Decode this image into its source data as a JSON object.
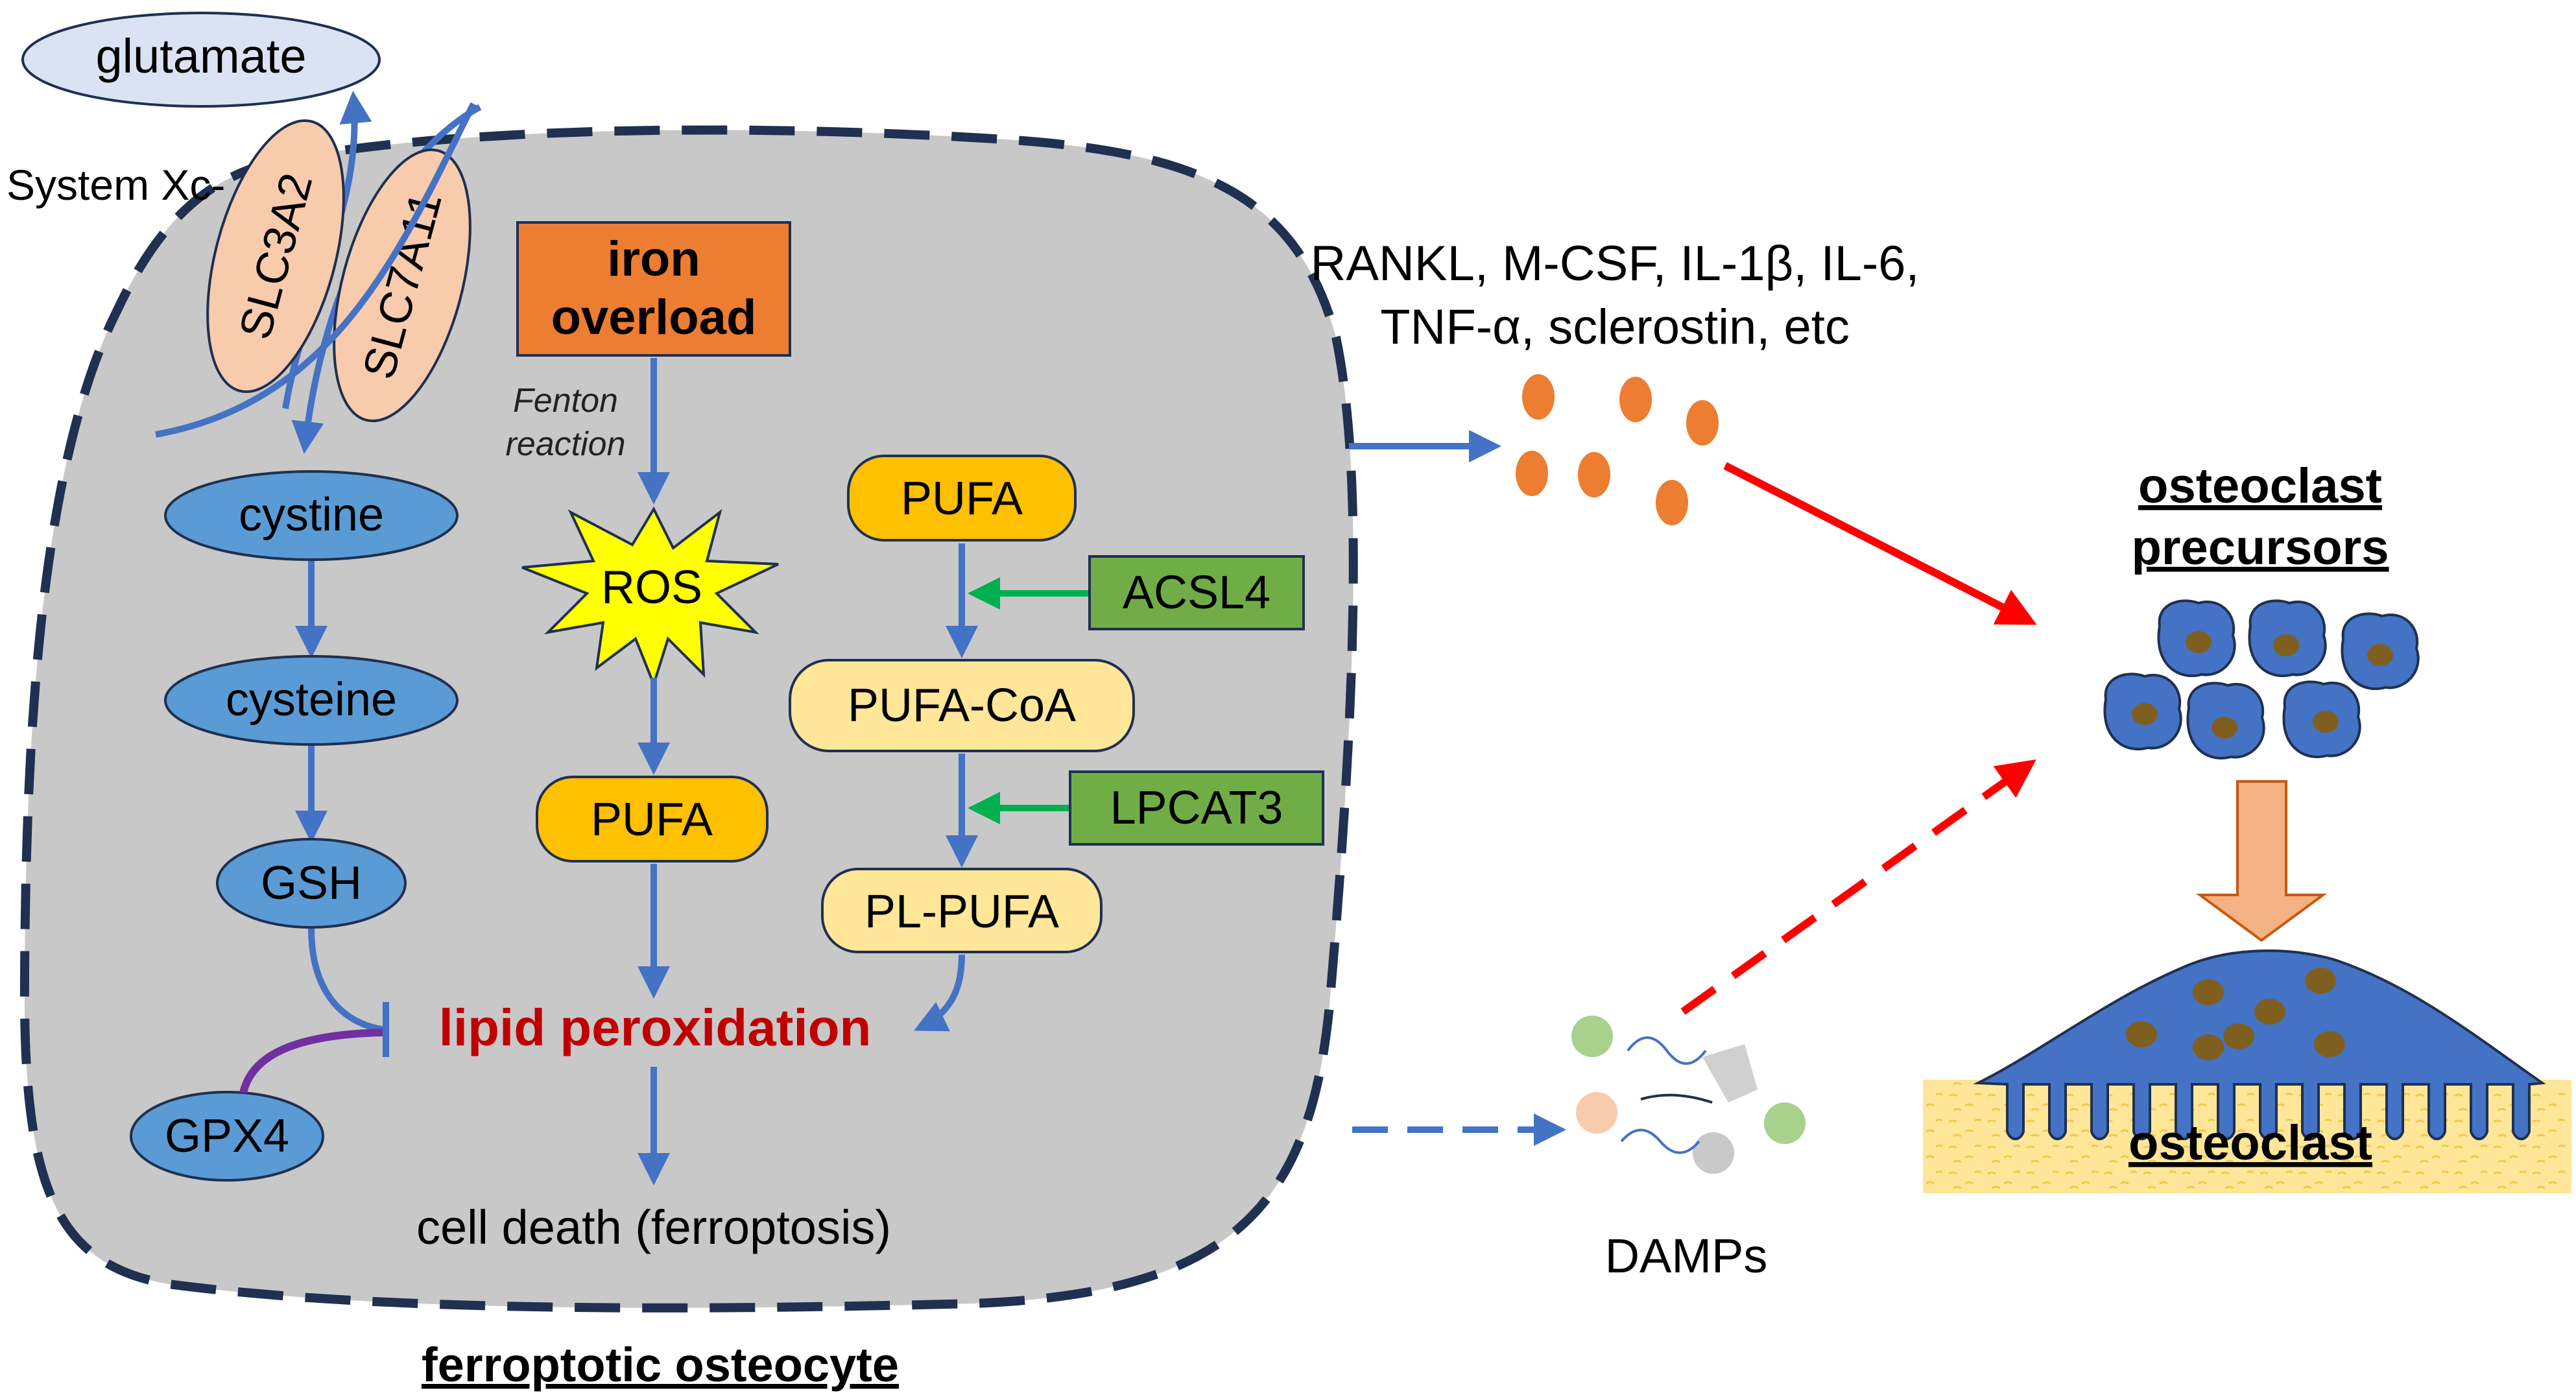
{
  "cell": {
    "title": "ferroptotic osteocyte",
    "system_label": "System Xc-",
    "transporters": [
      "SLC3A2",
      "SLC7A11"
    ],
    "outside_metabolite": "glutamate",
    "iron_overload": [
      "iron",
      "overload"
    ],
    "fenton_reaction": [
      "Fenton",
      "reaction"
    ],
    "ros": "ROS",
    "pufa_left": "PUFA",
    "pufa_top": "PUFA",
    "pufa_coa": "PUFA-CoA",
    "pl_pufa": "PL-PUFA",
    "acsl4": "ACSL4",
    "lpcat3": "LPCAT3",
    "cystine": "cystine",
    "cysteine": "cysteine",
    "gsh": "GSH",
    "gpx4": "GPX4",
    "lipid_peroxidation": "lipid peroxidation",
    "cell_death": "cell death (ferroptosis)"
  },
  "signals": {
    "cytokines_line1": "RANKL, M-CSF, IL-1β, IL-6,",
    "cytokines_line2": "TNF-α, sclerostin, etc",
    "damps": "DAMPs"
  },
  "osteoclast": {
    "precursors_title": [
      "osteoclast",
      "precursors"
    ],
    "osteoclast_label": "osteoclast"
  },
  "colors": {
    "cell_fill": "#c8c8c8",
    "cell_border": "#1f3050",
    "blue_arrow": "#4472c4",
    "node_blue": "#5b9bd5",
    "orange": "#ed7d31",
    "yellow_node": "#ffc000",
    "pale_yellow": "#ffe699",
    "green_enzyme": "#70ad47",
    "green_arrow": "#00b050",
    "red": "#ff0000",
    "dark_red_text": "#c00000",
    "purple": "#7030a0",
    "precursor_blue": "#4472c4",
    "nucleus_brown": "#7f5f1f",
    "bone_yellow": "#ffe699",
    "transporter_fill": "#f8cbad"
  }
}
